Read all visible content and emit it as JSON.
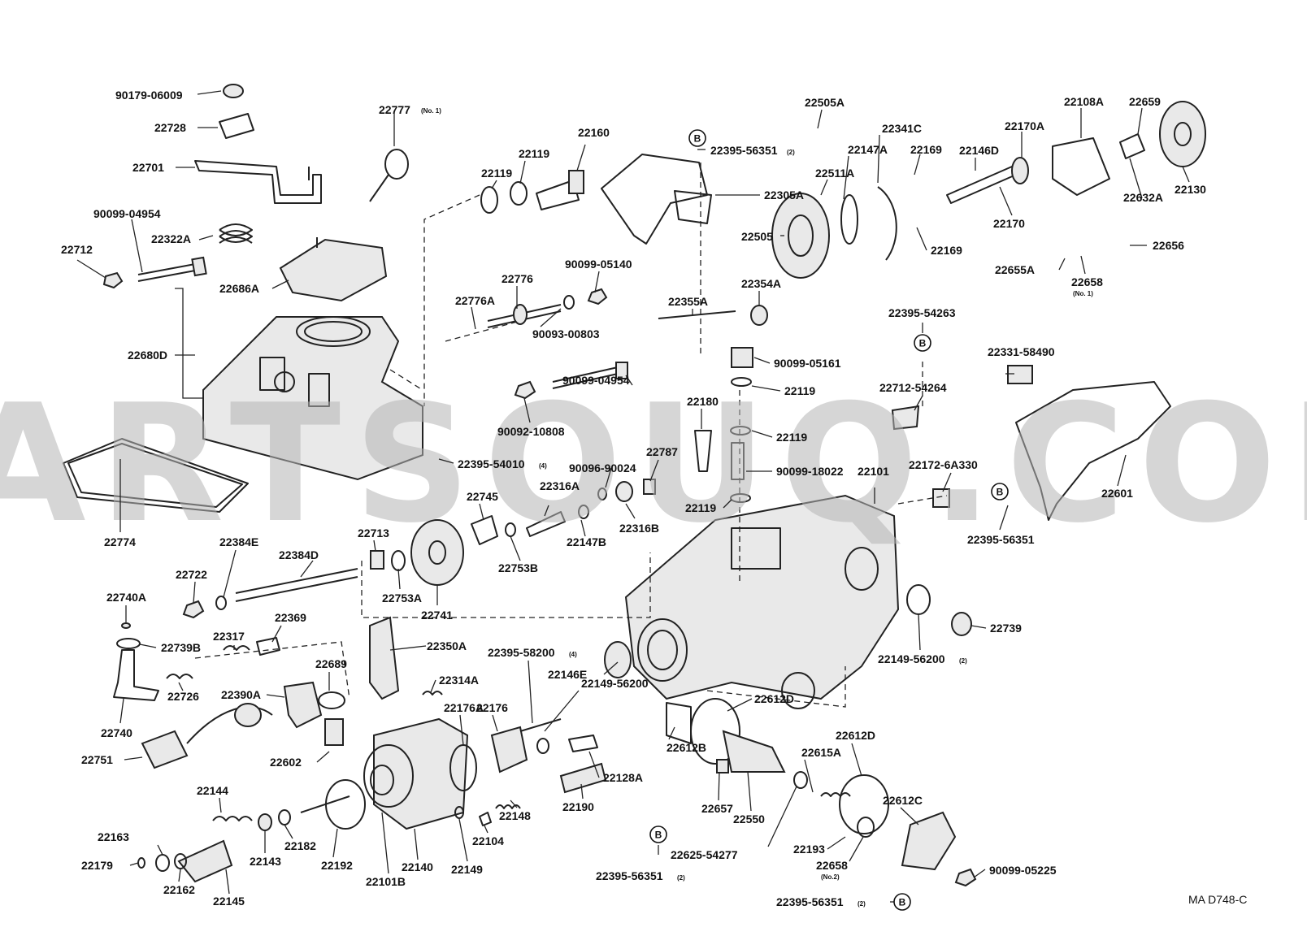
{
  "watermark": "PARTSOUQ.COM",
  "diagram_ref": "MA D748-C",
  "b_marker": "B",
  "parts": [
    {
      "id": "p1",
      "label": "90179-06009"
    },
    {
      "id": "p2",
      "label": "22728"
    },
    {
      "id": "p3",
      "label": "22701"
    },
    {
      "id": "p4",
      "label": "22777",
      "sub": "(No. 1)"
    },
    {
      "id": "p5",
      "label": "90099-04954"
    },
    {
      "id": "p6",
      "label": "22322A"
    },
    {
      "id": "p7",
      "label": "22712"
    },
    {
      "id": "p8",
      "label": "22686A"
    },
    {
      "id": "p9",
      "label": "22680D"
    },
    {
      "id": "p10",
      "label": "22774"
    },
    {
      "id": "p11",
      "label": "22119"
    },
    {
      "id": "p12",
      "label": "22119"
    },
    {
      "id": "p13",
      "label": "22160"
    },
    {
      "id": "p14",
      "label": "22395-56351",
      "sub": "(2)"
    },
    {
      "id": "p15",
      "label": "22305A"
    },
    {
      "id": "p16",
      "label": "22505A"
    },
    {
      "id": "p17",
      "label": "22341C"
    },
    {
      "id": "p18",
      "label": "22147A"
    },
    {
      "id": "p19",
      "label": "22511A"
    },
    {
      "id": "p20",
      "label": "22505"
    },
    {
      "id": "p21",
      "label": "22169"
    },
    {
      "id": "p22",
      "label": "22169"
    },
    {
      "id": "p23",
      "label": "22146D"
    },
    {
      "id": "p24",
      "label": "22170A"
    },
    {
      "id": "p25",
      "label": "22108A"
    },
    {
      "id": "p26",
      "label": "22659"
    },
    {
      "id": "p27",
      "label": "22130"
    },
    {
      "id": "p28",
      "label": "22632A"
    },
    {
      "id": "p29",
      "label": "22170"
    },
    {
      "id": "p30",
      "label": "22656"
    },
    {
      "id": "p31",
      "label": "22655A"
    },
    {
      "id": "p32",
      "label": "22658",
      "sub": "(No. 1)"
    },
    {
      "id": "p33",
      "label": "90099-05140"
    },
    {
      "id": "p34",
      "label": "22776"
    },
    {
      "id": "p35",
      "label": "22776A"
    },
    {
      "id": "p36",
      "label": "90093-00803"
    },
    {
      "id": "p37",
      "label": "22355A"
    },
    {
      "id": "p38",
      "label": "22354A"
    },
    {
      "id": "p39",
      "label": "90099-05161"
    },
    {
      "id": "p40",
      "label": "22119"
    },
    {
      "id": "p41",
      "label": "90099-04954"
    },
    {
      "id": "p42",
      "label": "90092-10808"
    },
    {
      "id": "p43",
      "label": "22180"
    },
    {
      "id": "p44",
      "label": "22119"
    },
    {
      "id": "p45",
      "label": "90099-18022"
    },
    {
      "id": "p46",
      "label": "22119"
    },
    {
      "id": "p47",
      "label": "22395-54263"
    },
    {
      "id": "p48",
      "label": "22712-54264"
    },
    {
      "id": "p49",
      "label": "22331-58490"
    },
    {
      "id": "p50",
      "label": "22601"
    },
    {
      "id": "p51",
      "label": "22172-6A330"
    },
    {
      "id": "p52",
      "label": "22395-56351"
    },
    {
      "id": "p53",
      "label": "22395-54010",
      "sub": "(4)"
    },
    {
      "id": "p54",
      "label": "90096-90024"
    },
    {
      "id": "p55",
      "label": "22787"
    },
    {
      "id": "p56",
      "label": "22316A"
    },
    {
      "id": "p57",
      "label": "22745"
    },
    {
      "id": "p58",
      "label": "22147B"
    },
    {
      "id": "p59",
      "label": "22316B"
    },
    {
      "id": "p60",
      "label": "22753B"
    },
    {
      "id": "p61",
      "label": "22101"
    },
    {
      "id": "p62",
      "label": "22713"
    },
    {
      "id": "p63",
      "label": "22753A"
    },
    {
      "id": "p64",
      "label": "22741"
    },
    {
      "id": "p65",
      "label": "22384E"
    },
    {
      "id": "p66",
      "label": "22384D"
    },
    {
      "id": "p67",
      "label": "22722"
    },
    {
      "id": "p68",
      "label": "22740A"
    },
    {
      "id": "p69",
      "label": "22739B"
    },
    {
      "id": "p70",
      "label": "22317"
    },
    {
      "id": "p71",
      "label": "22369"
    },
    {
      "id": "p72",
      "label": "22350A"
    },
    {
      "id": "p73",
      "label": "22395-58200",
      "sub": "(4)"
    },
    {
      "id": "p74",
      "label": "22314A"
    },
    {
      "id": "p75",
      "label": "22146E"
    },
    {
      "id": "p76",
      "label": "22149-56200",
      "sub": "(2)"
    },
    {
      "id": "p77",
      "label": "22739"
    },
    {
      "id": "p78",
      "label": "22390A"
    },
    {
      "id": "p79",
      "label": "22689"
    },
    {
      "id": "p80",
      "label": "22726"
    },
    {
      "id": "p81",
      "label": "22740"
    },
    {
      "id": "p82",
      "label": "22176A"
    },
    {
      "id": "p83",
      "label": "22176"
    },
    {
      "id": "p84",
      "label": "22149-56200"
    },
    {
      "id": "p85",
      "label": "22612D"
    },
    {
      "id": "p86",
      "label": "22751"
    },
    {
      "id": "p87",
      "label": "22602"
    },
    {
      "id": "p88",
      "label": "22612B"
    },
    {
      "id": "p89",
      "label": "22612D"
    },
    {
      "id": "p90",
      "label": "22615A"
    },
    {
      "id": "p91",
      "label": "22128A"
    },
    {
      "id": "p92",
      "label": "22190"
    },
    {
      "id": "p93",
      "label": "22657"
    },
    {
      "id": "p94",
      "label": "22550"
    },
    {
      "id": "p95",
      "label": "22612C"
    },
    {
      "id": "p96",
      "label": "22144"
    },
    {
      "id": "p97",
      "label": "22148"
    },
    {
      "id": "p98",
      "label": "22163"
    },
    {
      "id": "p99",
      "label": "22182"
    },
    {
      "id": "p100",
      "label": "22104"
    },
    {
      "id": "p101",
      "label": "22625-54277"
    },
    {
      "id": "p102",
      "label": "22193"
    },
    {
      "id": "p103",
      "label": "22179"
    },
    {
      "id": "p104",
      "label": "22143"
    },
    {
      "id": "p105",
      "label": "22192"
    },
    {
      "id": "p106",
      "label": "22140"
    },
    {
      "id": "p107",
      "label": "22149"
    },
    {
      "id": "p108",
      "label": "22658",
      "sub": "(No.2)"
    },
    {
      "id": "p109",
      "label": "90099-05225"
    },
    {
      "id": "p110",
      "label": "22162"
    },
    {
      "id": "p111",
      "label": "22145"
    },
    {
      "id": "p112",
      "label": "22101B"
    },
    {
      "id": "p113",
      "label": "22395-56351",
      "sub": "(2)"
    },
    {
      "id": "p114",
      "label": "22395-56351",
      "sub": "(2)"
    }
  ]
}
